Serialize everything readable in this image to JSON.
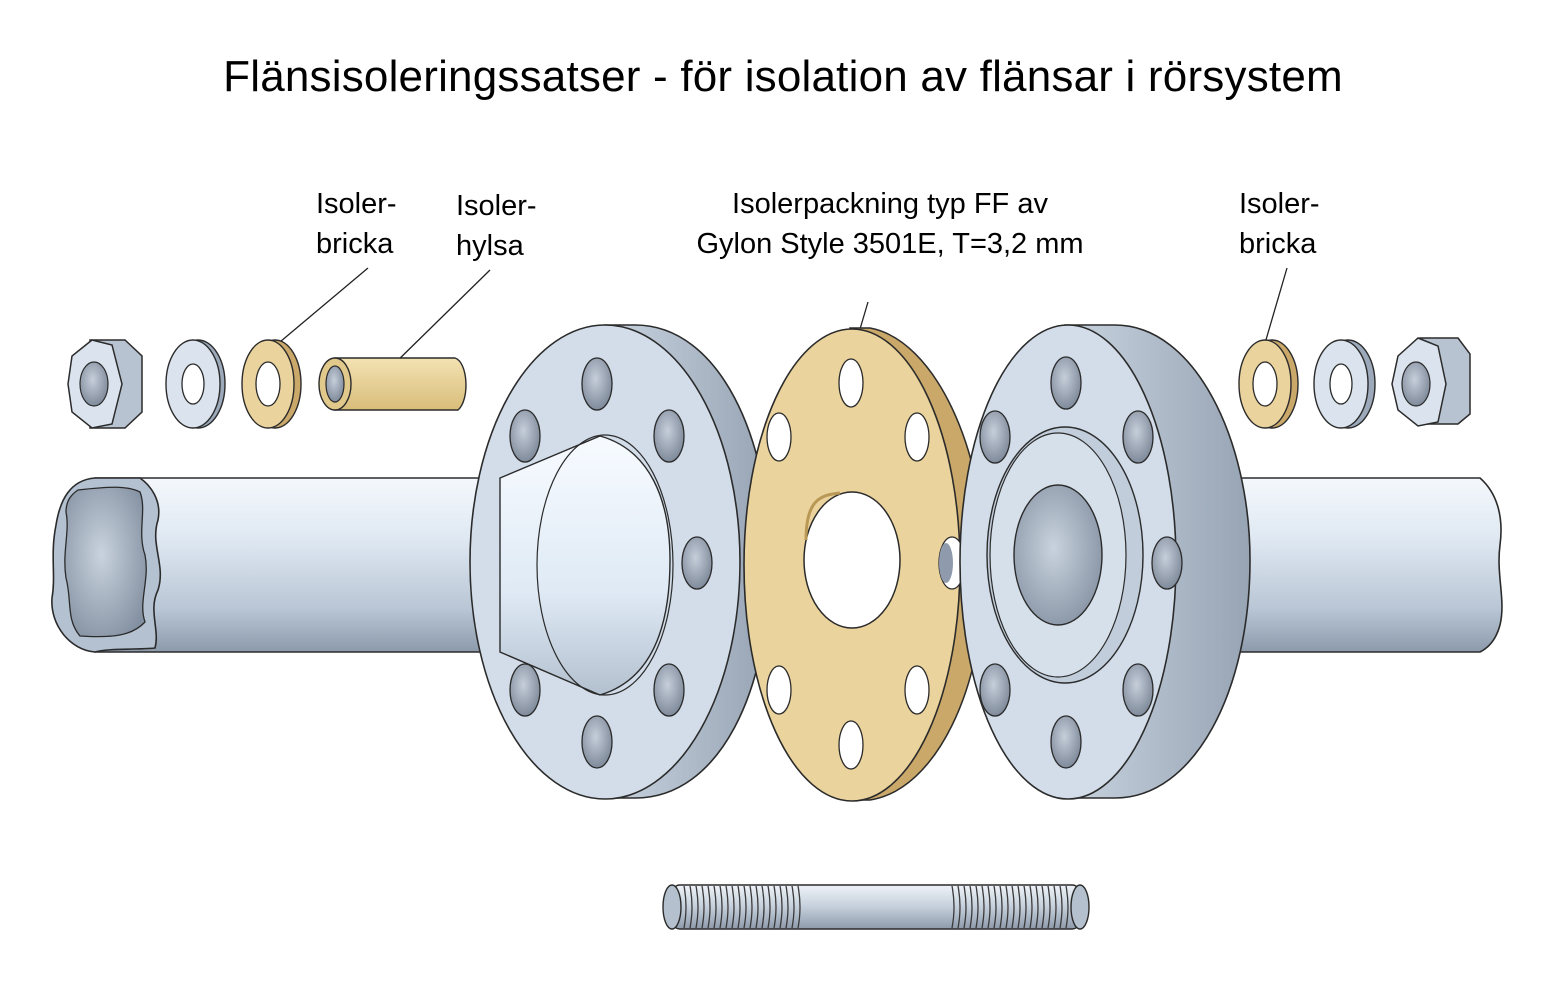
{
  "title": "Flänsisoleringssatser - för isolation av flänsar i rörsystem",
  "labels": {
    "washer_left": {
      "line1": "Isoler-",
      "line2": "bricka"
    },
    "sleeve": {
      "line1": "Isoler-",
      "line2": "hylsa"
    },
    "gasket": {
      "line1": "Isolerpackning typ FF av",
      "line2": "Gylon Style 3501E, T=3,2 mm"
    },
    "washer_right": {
      "line1": "Isoler-",
      "line2": "bricka"
    }
  },
  "colors": {
    "steel_light": "#e6eef6",
    "steel_mid": "#c3d0de",
    "steel_dark": "#8a97a8",
    "insulation": "#ead39c",
    "outline": "#2b2b2b"
  }
}
